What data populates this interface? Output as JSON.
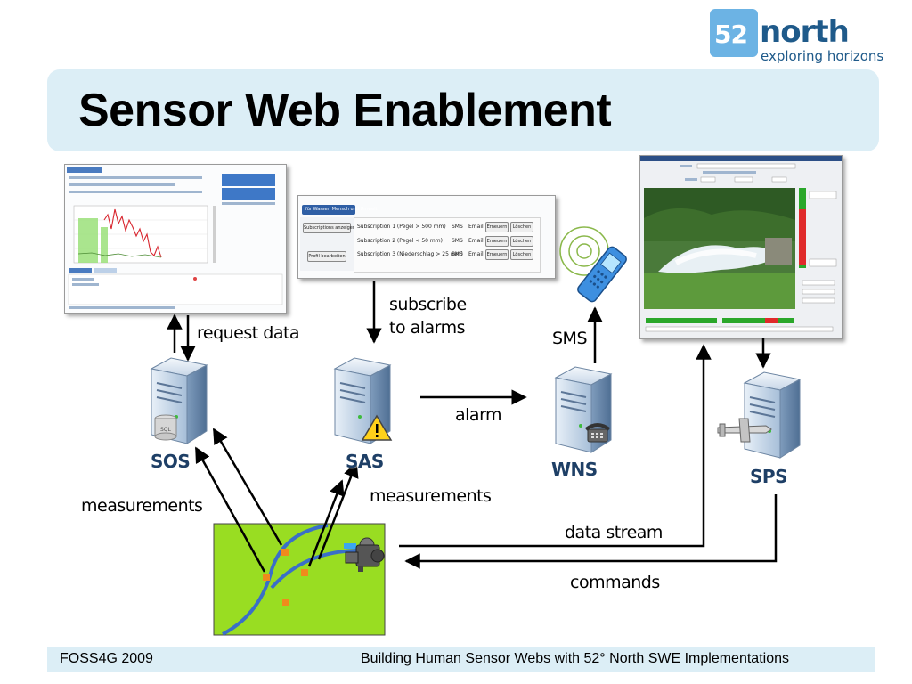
{
  "slide": {
    "title": "Sensor Web Enablement",
    "footer_left": "FOSS4G 2009",
    "footer_right": "Building Human Sensor Webs with 52° North SWE Implementations"
  },
  "logo": {
    "number": "52",
    "name": "north",
    "tagline": "exploring horizons"
  },
  "services": {
    "sos": "SOS",
    "sas": "SAS",
    "wns": "WNS",
    "sps": "SPS"
  },
  "labels": {
    "request_data": "request data",
    "subscribe_line1": "subscribe",
    "subscribe_line2": "to alarms",
    "sms": "SMS",
    "alarm": "alarm",
    "measurements_left": "measurements",
    "measurements_right": "measurements",
    "data_stream": "data stream",
    "commands": "commands"
  },
  "sas_screenshot": {
    "header": "für Wasser, Mensch und Umwelt",
    "left_buttons": [
      "Subscriptions anzeigen",
      "Profil bearbeiten"
    ],
    "subscriptions": [
      "Subscription 1 (Pegel > 500 mm)",
      "Subscription 2 (Pegel < 50 mm)",
      "Subscription 3 (Niederschlag > 25 mm)"
    ],
    "options": [
      "SMS",
      "Email"
    ],
    "row_buttons": [
      "Erneuern",
      "Löschen"
    ]
  },
  "icons": {
    "database": "database-icon",
    "warning": "warning-triangle-icon",
    "telephone": "telephone-icon",
    "mobile_phone": "mobile-phone-icon",
    "video_camera": "video-camera-icon",
    "drone": "drone-icon"
  },
  "colors": {
    "title_bg": "#dceef6",
    "service_label": "#1e3f66",
    "field_green": "#99dd22",
    "river_blue": "#3a6fc8",
    "sensor_orange": "#f08a1c"
  }
}
